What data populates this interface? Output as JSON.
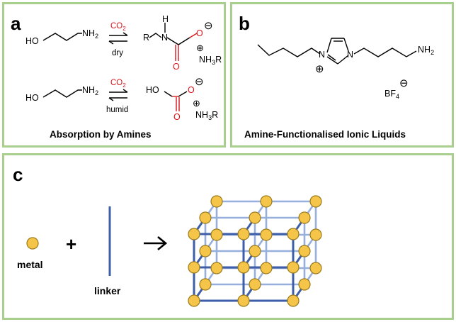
{
  "panels": {
    "a": {
      "label": "a",
      "caption": "Absorption by Amines",
      "reagent": "CO",
      "reagent_sub": "2",
      "condition_dry": "dry",
      "condition_humid": "humid",
      "atoms": {
        "ho": "HO",
        "nh2": "NH",
        "nh2_sub": "2",
        "h": "H",
        "r": "R",
        "n": "N",
        "o": "O",
        "nh3r_a": "NH",
        "nh3r_sub": "3",
        "nh3r_b": "R",
        "minus": "⊖",
        "plus": "⊕"
      }
    },
    "b": {
      "label": "b",
      "caption": "Amine-Functionalised Ionic Liquids",
      "atoms": {
        "n": "N",
        "nh2": "NH",
        "nh2_sub": "2",
        "bf4": "BF",
        "bf4_sub": "4",
        "minus": "⊖",
        "plus": "⊕"
      }
    },
    "c": {
      "label": "c",
      "metal_label": "metal",
      "linker_label": "linker",
      "plus_sign": "+",
      "arrow": "→"
    }
  },
  "colors": {
    "panel_border": "#a9cf8f",
    "co2_red": "#d9151b",
    "node_fill": "#f5c54a",
    "node_stroke": "#9a7a1a",
    "linker_front": "#3d5ea8",
    "linker_back": "#96afdc"
  }
}
